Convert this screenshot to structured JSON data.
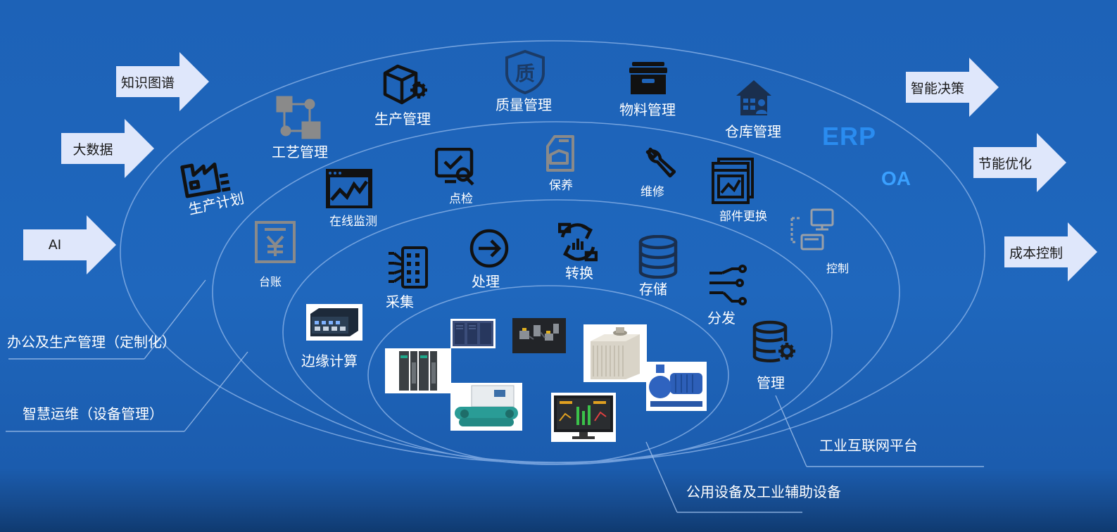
{
  "left_arrows": [
    "知识图谱",
    "大数据",
    "AI"
  ],
  "right_arrows": [
    "智能决策",
    "节能优化",
    "成本控制"
  ],
  "outer_ring": [
    "生产计划",
    "工艺管理",
    "生产管理",
    "质量管理",
    "物料管理",
    "仓库管理"
  ],
  "systems": {
    "erp": "ERP",
    "oa": "OA"
  },
  "second_ring": [
    "台账",
    "在线监测",
    "点检",
    "保养",
    "维修",
    "部件更换",
    "控制"
  ],
  "third_ring": [
    "采集",
    "处理",
    "转换",
    "存储",
    "分发",
    "管理"
  ],
  "edge": "边缘计算",
  "callouts": {
    "office": "办公及生产管理（定制化）",
    "maintenance": "智慧运维（设备管理）",
    "platform": "工业互联网平台",
    "equipment": "公用设备及工业辅助设备"
  },
  "colors": {
    "background": "#1e63b8",
    "arrow_fill": "#dfe7fb",
    "icon_dark": "#111111",
    "icon_gray": "#8a8a8a",
    "system_blue": "#3aa0ff"
  },
  "icons": {
    "plan": "factory-icon",
    "process": "flowchart-icon",
    "production": "box-gear-icon",
    "quality": "quality-shield-icon",
    "material": "archive-box-icon",
    "warehouse": "warehouse-icon",
    "ledger": "ledger-icon",
    "monitor": "monitor-chart-icon",
    "inspect": "inspection-icon",
    "upkeep": "oil-can-icon",
    "repair": "wrench-icon",
    "replace": "parts-window-icon",
    "control": "computer-control-icon",
    "collect": "collect-grid-icon",
    "process_arrow": "arrow-circle-icon",
    "convert": "convert-icon",
    "storage": "database-icon",
    "distribute": "distribute-icon",
    "manage": "database-gear-icon",
    "edge_device": "edge-gateway-icon",
    "equipment_photos": "equipment-photo-icon"
  }
}
